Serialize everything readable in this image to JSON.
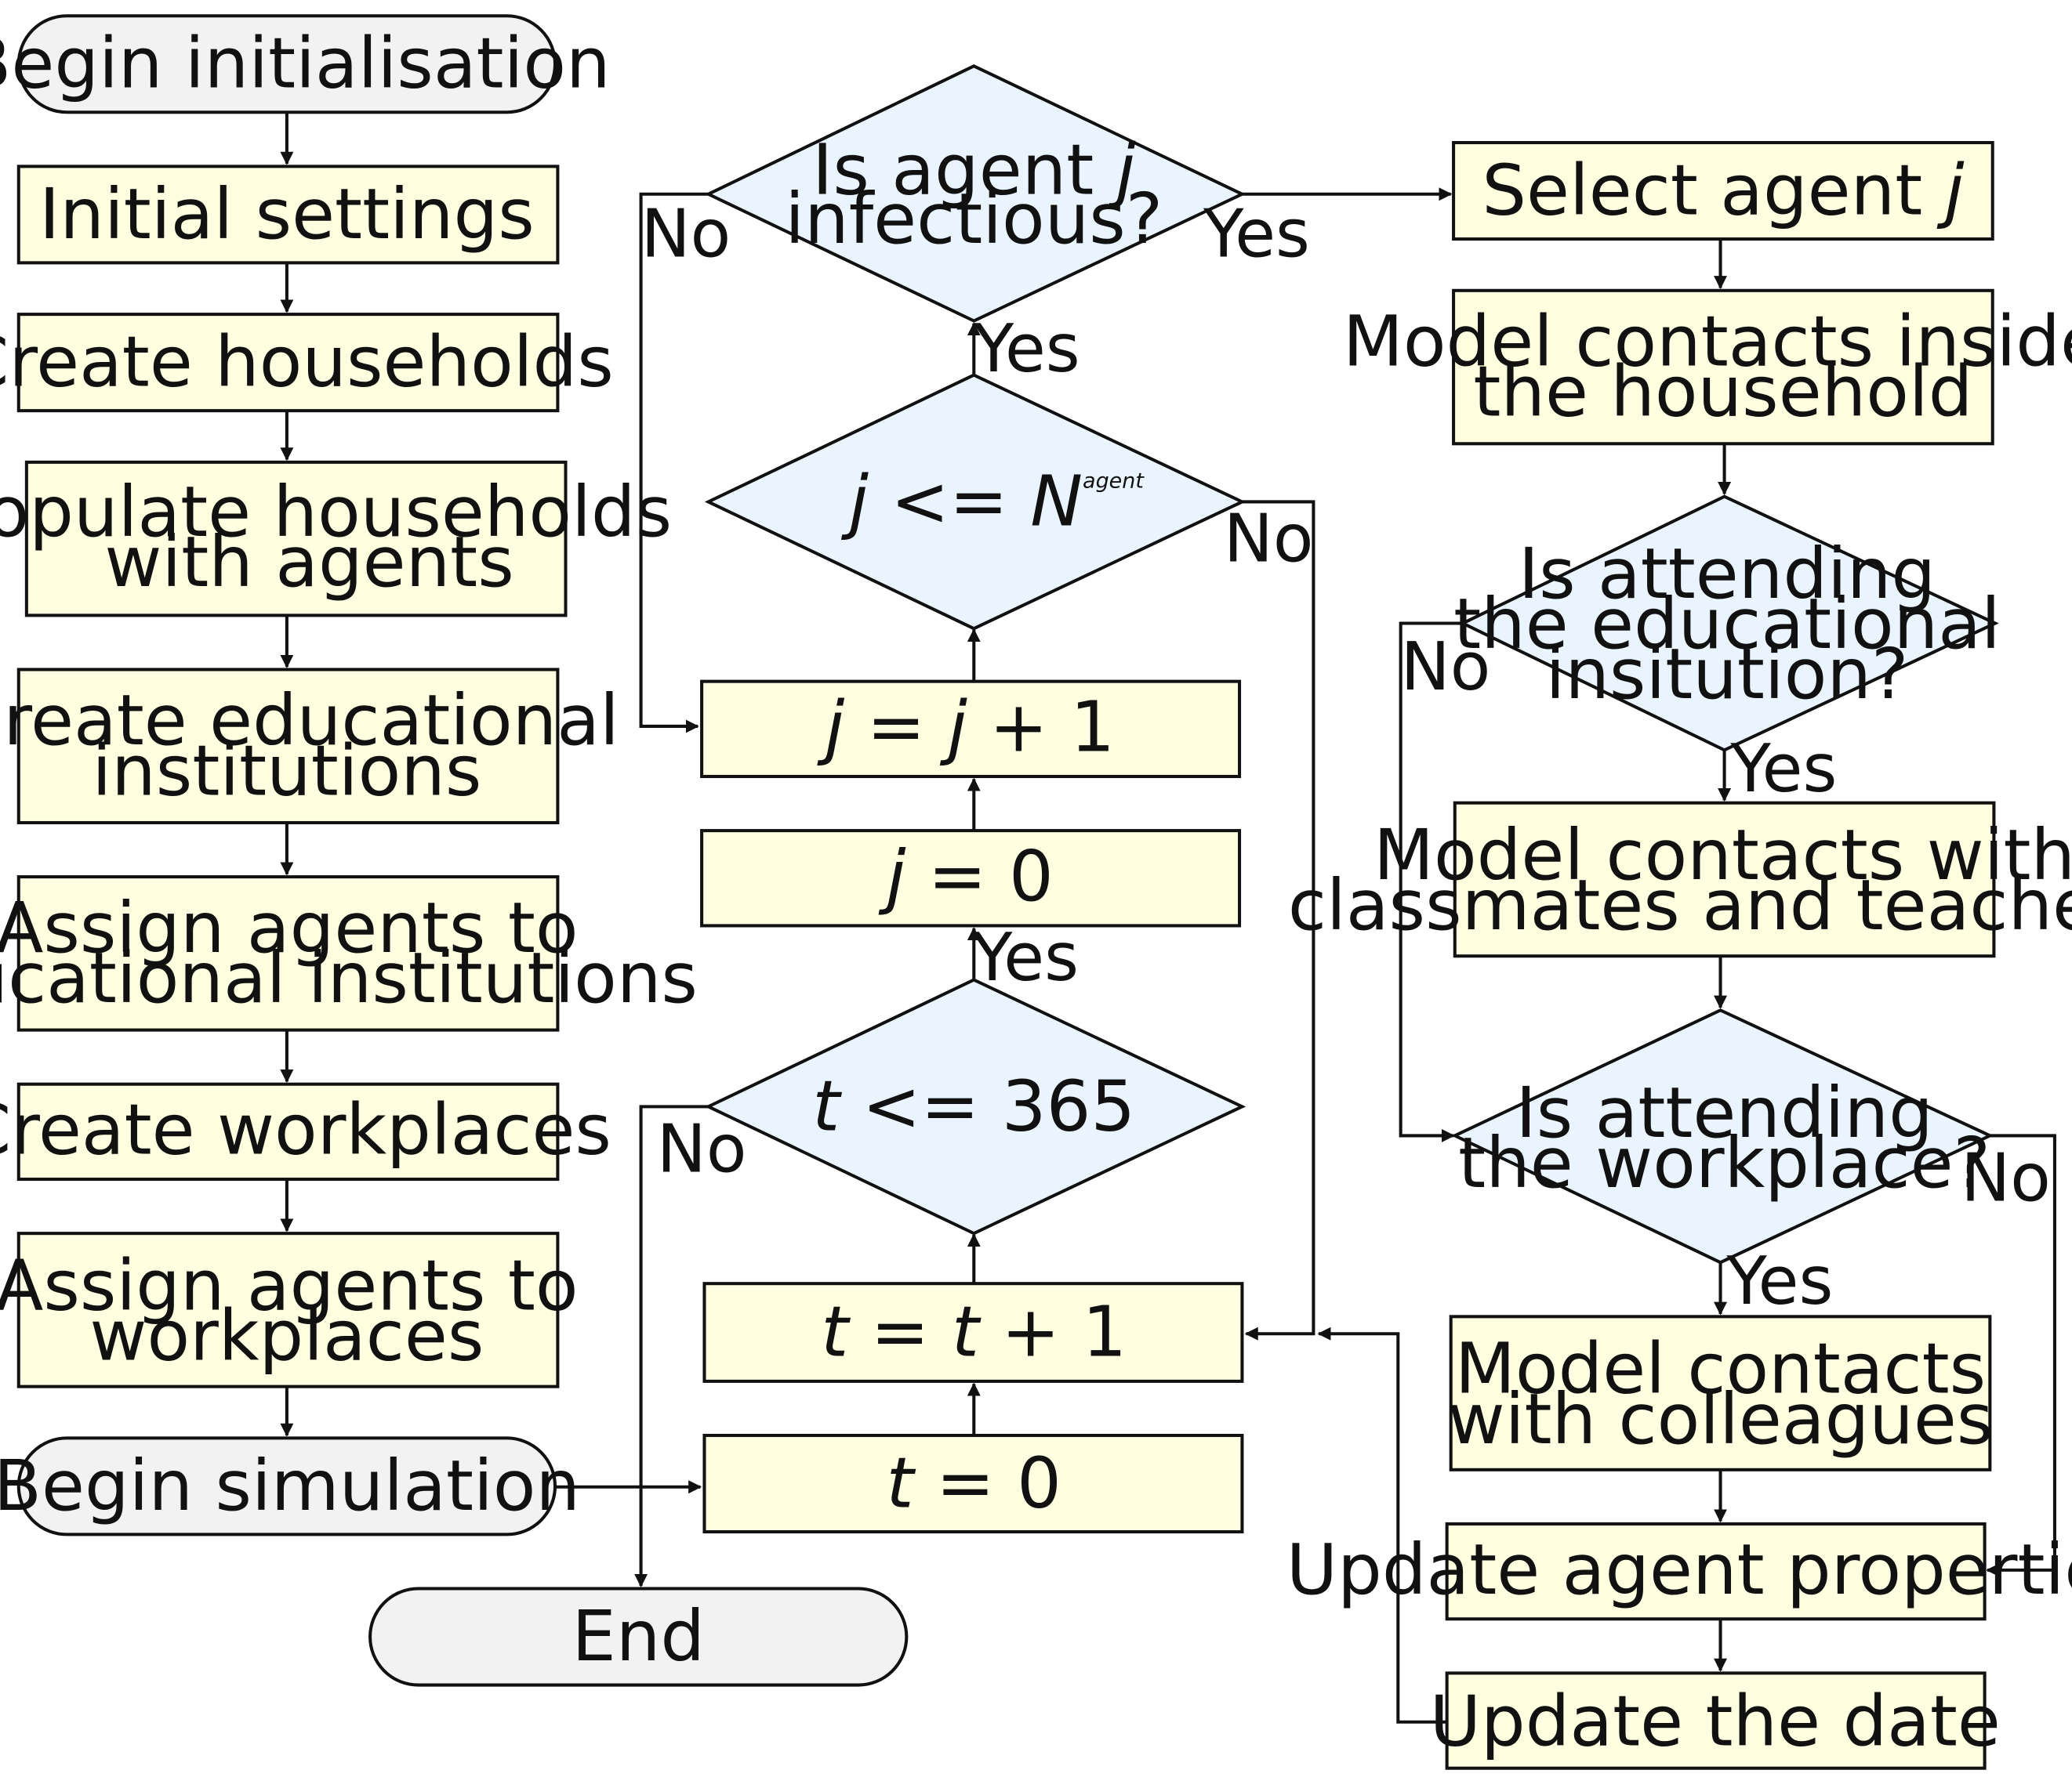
{
  "colors": {
    "terminal_fill": "#f2f2f2",
    "process_fill": "#fefee0",
    "decision_fill": "#eaf4fe",
    "stroke": "#111111"
  },
  "nodes": {
    "begin_init": "Begin initialisation",
    "initial_settings": "Initial settings",
    "create_households": "Create households",
    "populate_line1": "Populate households",
    "populate_line2": "with agents",
    "create_edu_line1": "Create educational",
    "create_edu_line2": "institutions",
    "assign_edu_line1": "Assign agents to",
    "assign_edu_line2": "educational institutions",
    "create_workplaces": "Create workplaces",
    "assign_work_line1": "Assign agents to",
    "assign_work_line2": "workplaces",
    "begin_sim": "Begin simulation",
    "end": "End",
    "t_zero": {
      "var": "t",
      "rest": " = 0"
    },
    "t_inc": {
      "var1": "t",
      "mid": " = ",
      "var2": "t",
      "rest": " + 1"
    },
    "t_cond": {
      "var": "t",
      "rest": " <= 365"
    },
    "j_zero": {
      "var": "j",
      "rest": " = 0"
    },
    "j_inc": {
      "var1": "j",
      "mid": " = ",
      "var2": "j",
      "rest": " + 1"
    },
    "j_cond": {
      "var": "j",
      "op": " <= ",
      "n": "N",
      "sup": "agent"
    },
    "infectious": {
      "line1_pre": "Is agent ",
      "line1_var": "j",
      "line2": "infectious?"
    },
    "select_agent": {
      "pre": "Select agent ",
      "var": "j"
    },
    "household_line1": "Model contacts inside",
    "household_line2": "the household",
    "edu_q_line1": "Is attending",
    "edu_q_line2": "the educational",
    "edu_q_line3": "insitution?",
    "classmates_line1": "Model contacts with",
    "classmates_line2": "classmates and teachers",
    "work_q_line1": "Is attending",
    "work_q_line2": "the workplace?",
    "colleagues_line1": "Model contacts",
    "colleagues_line2": "with colleagues",
    "update_props": "Update agent properties",
    "update_date": "Update the date"
  },
  "edge_labels": {
    "infectious_no": "No",
    "infectious_yes": "Yes",
    "jcond_yes": "Yes",
    "jcond_no": "No",
    "tcond_yes": "Yes",
    "tcond_no": "No",
    "edu_no": "No",
    "edu_yes": "Yes",
    "work_yes": "Yes",
    "work_no": "No"
  }
}
